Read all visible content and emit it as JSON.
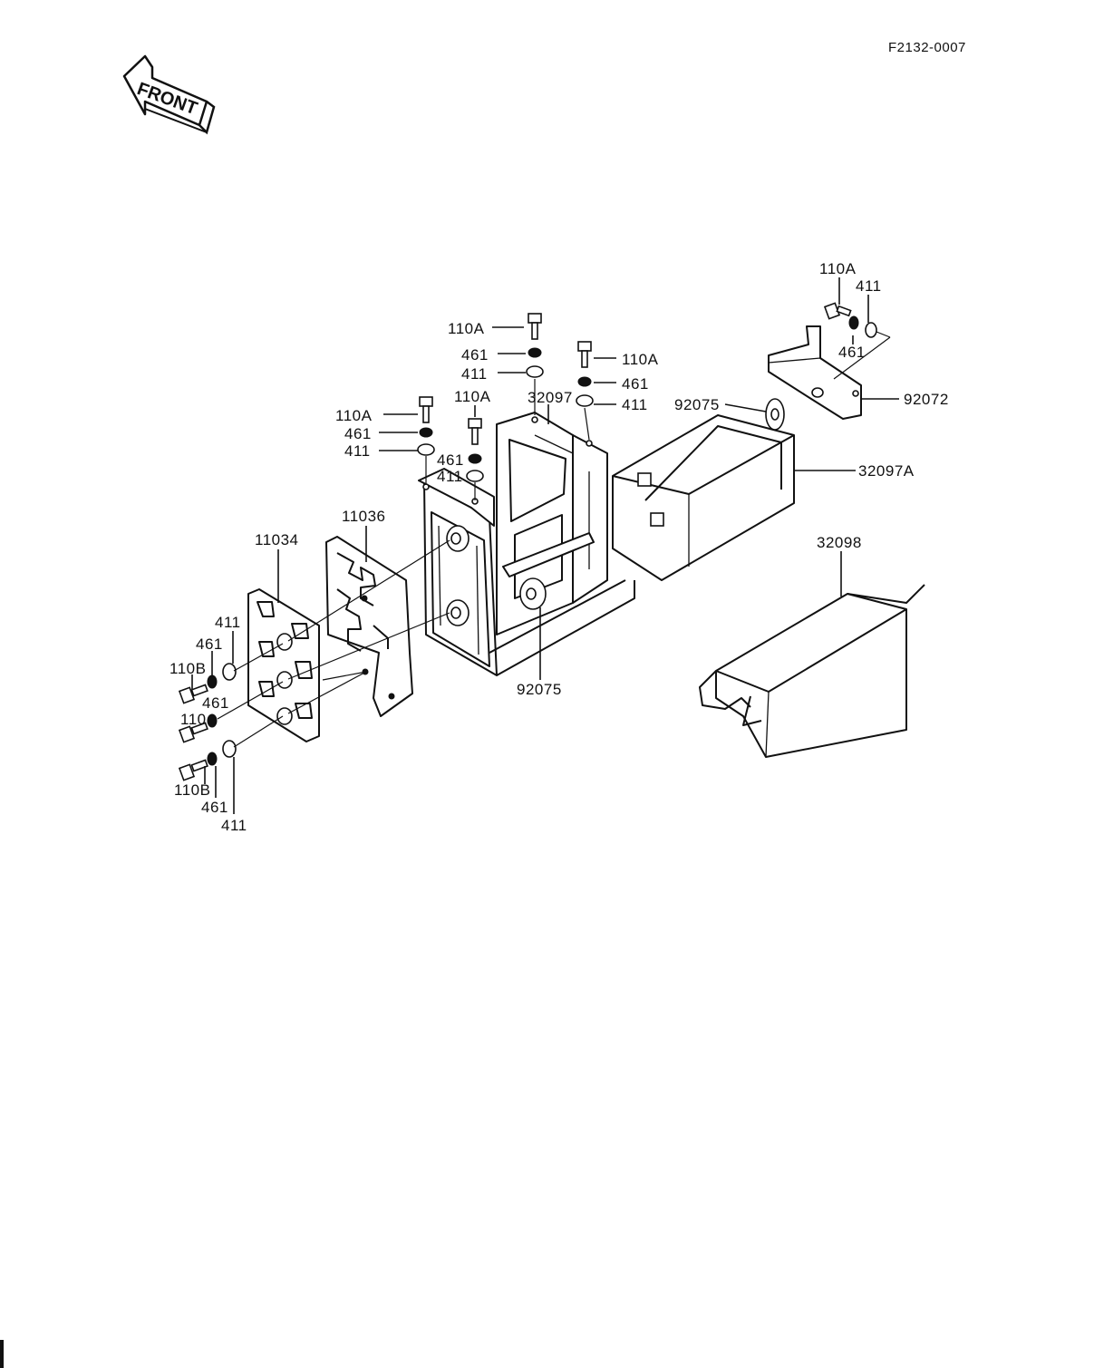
{
  "drawing_code": "F2132-0007",
  "front_arrow": {
    "text": "FRONT"
  },
  "callouts": {
    "c110a_top_center": "110A",
    "c461_top_center": "461",
    "c411_top_center": "411",
    "c110a_right_bolt": "110A",
    "c461_right_bolt": "461",
    "c411_right_bolt": "411",
    "c32097": "32097",
    "c110a_left_bolt": "110A",
    "c461_left_bolt": "461",
    "c411_left_bolt": "411",
    "c110a_mid_bolt": "110A",
    "c461_mid_bolt": "461",
    "c411_mid_bolt": "411",
    "c110a_bracket": "110A",
    "c411_bracket": "411",
    "c461_bracket": "461",
    "c92075_upper": "92075",
    "c92072": "92072",
    "c32097a": "32097A",
    "c32098": "32098",
    "c11036": "11036",
    "c11034": "11034",
    "c92075_lower": "92075",
    "c411_upper_left": "411",
    "c461_upper_left": "461",
    "c110b_upper": "110B",
    "c461_middle_left": "461",
    "c110_middle": "110",
    "c110b_lower": "110B",
    "c461_lower": "461",
    "c411_lower": "411"
  }
}
